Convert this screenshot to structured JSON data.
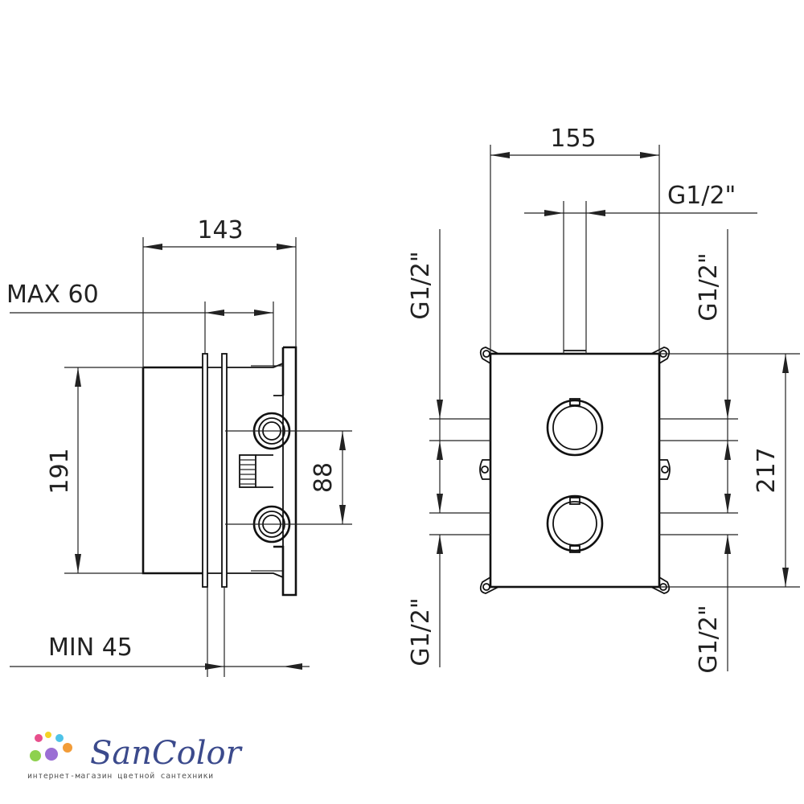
{
  "side_view": {
    "width_label": "143",
    "depth_max_label": "MAX 60",
    "depth_min_label": "MIN 45",
    "height_label": "191",
    "port_spacing_label": "88"
  },
  "front_view": {
    "width_label": "155",
    "top_thread_label": "G1/2\"",
    "left_upper_label": "G1/2\"",
    "right_upper_label": "G1/2\"",
    "left_lower_label": "G1/2\"",
    "right_lower_label": "G1/2\"",
    "height_label": "217"
  },
  "logo": {
    "name": "SanColor",
    "tagline": "интернет-магазин цветной сантехники",
    "dot_colors": [
      "#e84f8c",
      "#f5d327",
      "#4ec3e8",
      "#8ed14f",
      "#9b6fd4",
      "#f29c38"
    ]
  }
}
